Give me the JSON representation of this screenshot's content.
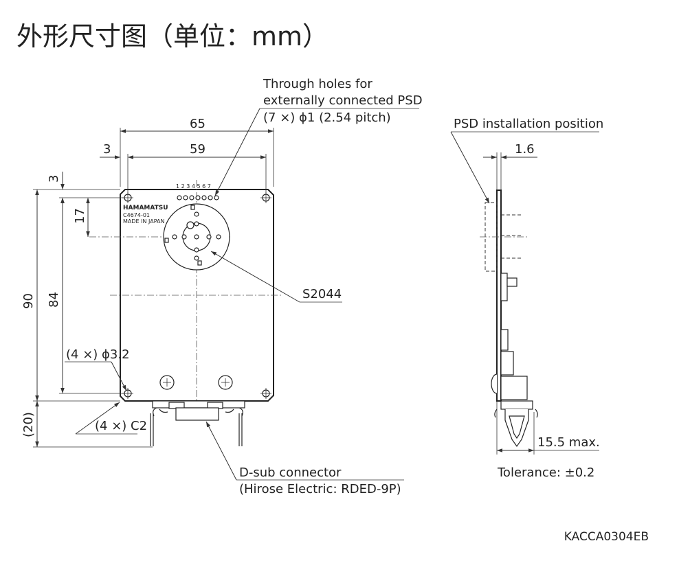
{
  "title": "外形尺寸图（单位：mm）",
  "doc_code": "KACCA0304EB",
  "front_view": {
    "dims": {
      "width_outer": "65",
      "width_holes": "59",
      "offset_left": "3",
      "offset_top": "3",
      "dim_17": "17",
      "height_outer": "90",
      "height_holes": "84",
      "connector_extension": "(20)"
    },
    "hole_callout": "(4 ×) ϕ3.2",
    "chamfer_callout": "(4 ×) C2",
    "through_holes": {
      "line1": "Through holes for",
      "line2": "externally connected PSD",
      "line3": "(7 ×) ϕ1 (2.54 pitch)"
    },
    "pin_numbers": "1 2 3 4 5 6 7",
    "brand": "HAMAMATSU",
    "model": "C4674-01",
    "made_in": "MADE IN JAPAN",
    "sensor_label": "S2044",
    "connector": {
      "line1": "D-sub connector",
      "line2": "(Hirose Electric: RDED-9P)"
    }
  },
  "side_view": {
    "psd_label": "PSD installation position",
    "dim_thickness": "1.6",
    "dim_depth": "15.5 max.",
    "tolerance": "Tolerance: ±0.2"
  }
}
